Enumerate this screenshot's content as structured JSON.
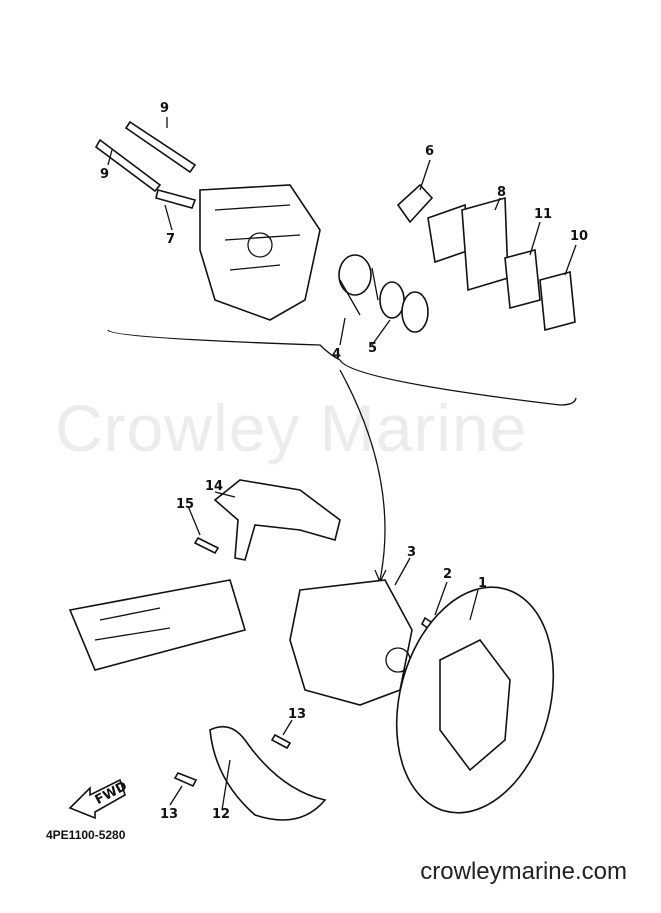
{
  "watermark": "Crowley Marine",
  "site": "crowleymarine.com",
  "diagram_code": "4PE1100-5280",
  "fwd_label": "FWD",
  "callouts": [
    "9",
    "9",
    "7",
    "6",
    "8",
    "11",
    "10",
    "4",
    "5",
    "14",
    "15",
    "3",
    "2",
    "1",
    "13",
    "13",
    "12"
  ]
}
